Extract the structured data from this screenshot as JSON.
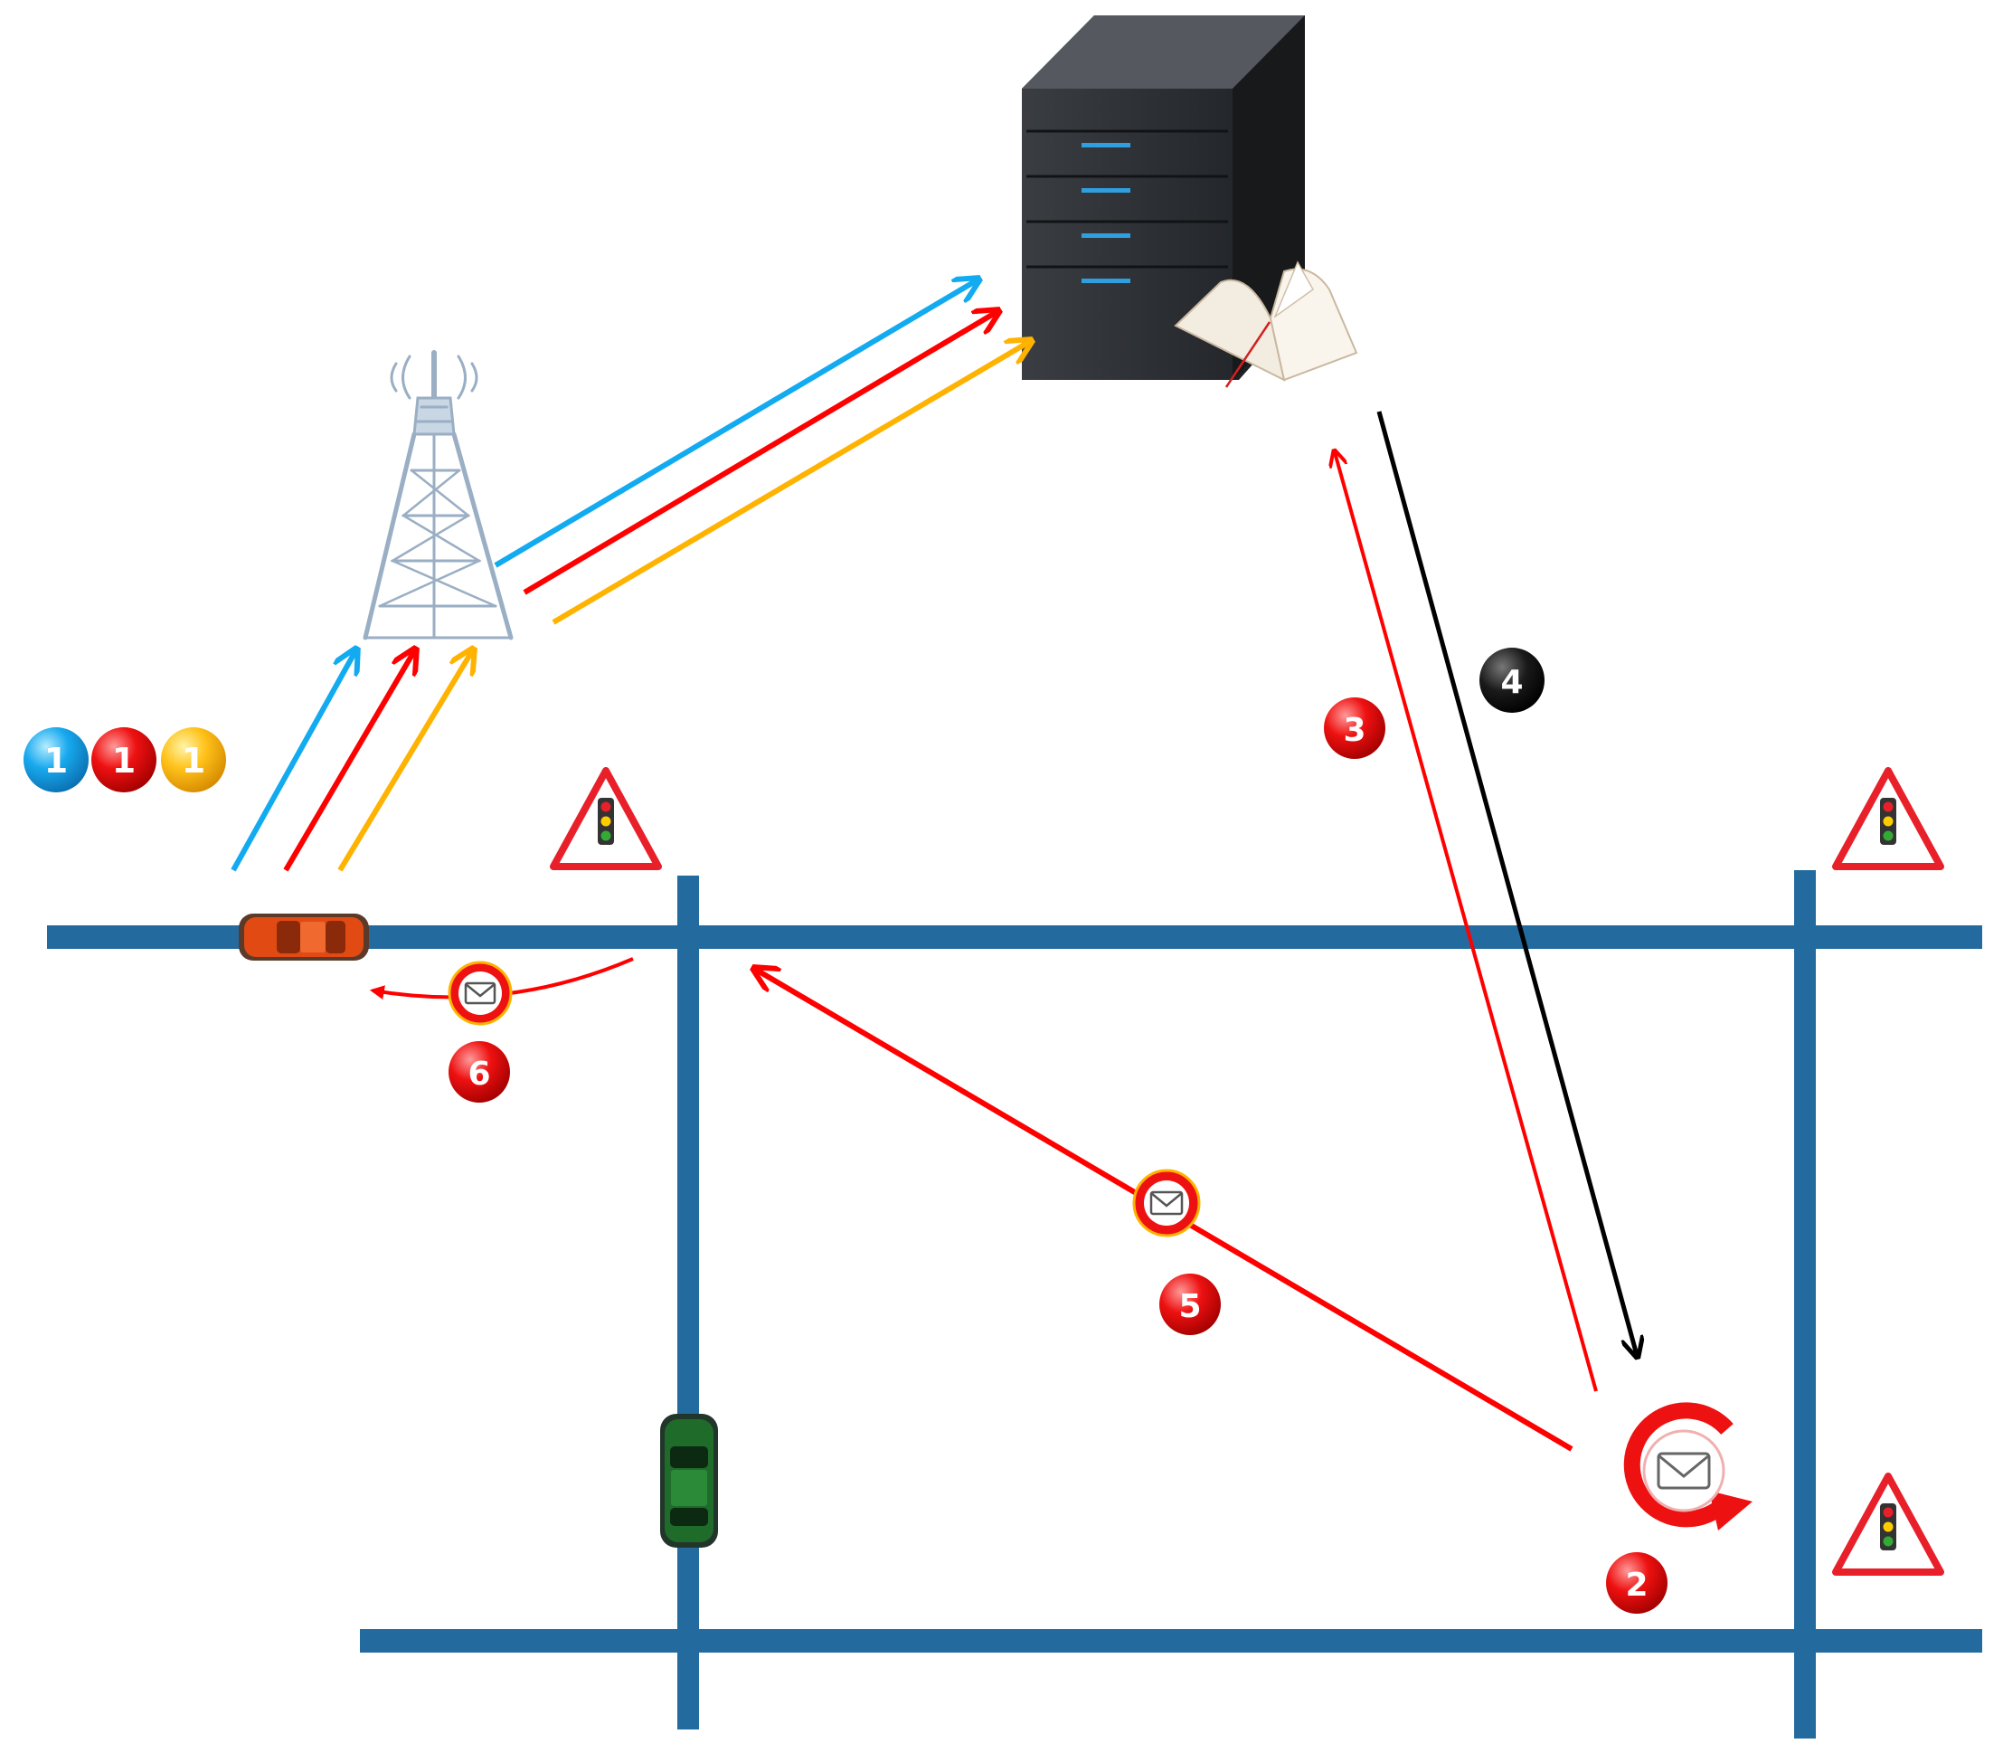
{
  "badges": {
    "step1_blue": "1",
    "step1_red": "1",
    "step1_yellow": "1",
    "step2": "2",
    "step3": "3",
    "step4": "4",
    "step5": "5",
    "step6": "6"
  },
  "colors": {
    "road": "#236a9f",
    "blue": "#12aaf0",
    "red": "#ff0000",
    "yellow": "#ffb300",
    "black": "#000000",
    "car_orange": "#e24a13",
    "car_green": "#1f6b2a"
  },
  "icons": [
    "cell-tower-icon",
    "server-icon",
    "book-icon",
    "envelope-icon",
    "traffic-light-warning-icon",
    "car-icon",
    "refresh-icon"
  ]
}
